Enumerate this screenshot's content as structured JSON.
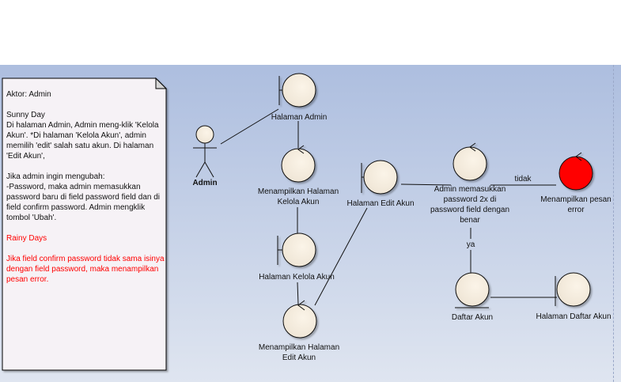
{
  "note": {
    "actor": "Aktor: Admin",
    "sunny_title": "Sunny Day",
    "sunny_text": "Di halaman Admin, Admin meng-klik 'Kelola Akun'. *Di halaman 'Kelola Akun', admin memilih 'edit' salah satu akun. Di halaman 'Edit Akun',",
    "change_text": "Jika admin ingin mengubah:\n-Password, maka admin memasukkan password baru di field password field dan di field confirm password. Admin mengklik tombol 'Ubah'.",
    "rainy_title": "Rainy Days",
    "rainy_text": "Jika field confirm password tidak sama isinya dengan field password, maka menampilkan pesan error."
  },
  "actor": {
    "label": "Admin"
  },
  "nodes": {
    "halaman_admin": "Halaman Admin",
    "tampil_kelola_1": "Menampilkan Halaman",
    "tampil_kelola_2": "Kelola Akun",
    "halaman_kelola": "Halaman Kelola Akun",
    "tampil_edit_1": "Menampilkan Halaman",
    "tampil_edit_2": "Edit Akun",
    "halaman_edit": "Halaman Edit Akun",
    "input_1": "Admin memasukkan",
    "input_2": "password 2x di",
    "input_3": "password field dengan",
    "input_4": "benar",
    "error_1": "Menampilkan pesan",
    "error_2": "error",
    "daftar_akun": "Daftar Akun",
    "halaman_daftar": "Halaman Daftar Akun"
  },
  "edges": {
    "tidak": "tidak",
    "ya": "ya"
  },
  "colors": {
    "object_fill": "#f7efe2",
    "error_fill": "#ff0000",
    "red_text": "#ff0000"
  }
}
